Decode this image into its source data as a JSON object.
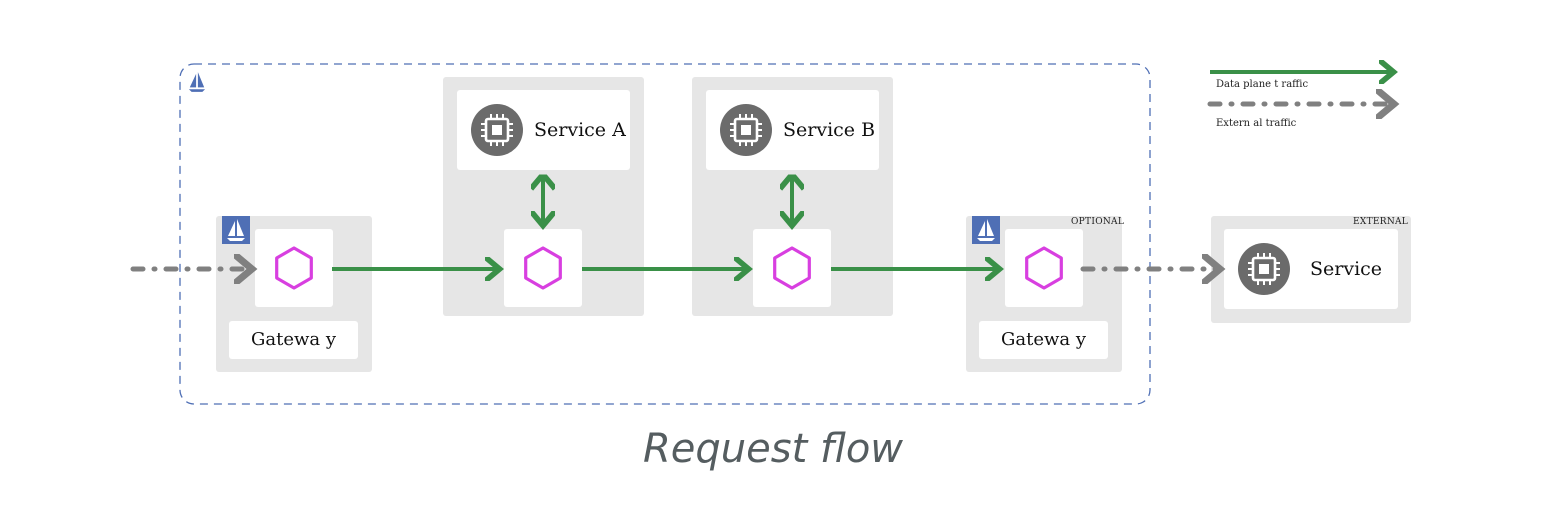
{
  "title": "Request flow",
  "legend": {
    "data_plane_label": "Data plane t raffic",
    "external_label": "Extern al traffic",
    "data_plane_color": "#3a9048",
    "external_color": "#808080"
  },
  "nodes": {
    "ingress_gateway": {
      "label": "Gatewa y"
    },
    "service_a": {
      "label": "Service A"
    },
    "service_b": {
      "label": "Service B"
    },
    "egress_gateway": {
      "label": "Gatewa y",
      "tag": "OPTIONAL"
    },
    "external_service": {
      "label": "Service",
      "tag": "EXTERNAL"
    }
  },
  "colors": {
    "mesh_border": "#4f6fb5",
    "proxy_hex": "#d83fe0",
    "panel_gray": "#e6e6e6",
    "chip_circle": "#6b6b6b"
  },
  "icons": {
    "proxy": "hexagon-icon",
    "service": "chip-icon",
    "mesh": "sailboat-icon"
  }
}
